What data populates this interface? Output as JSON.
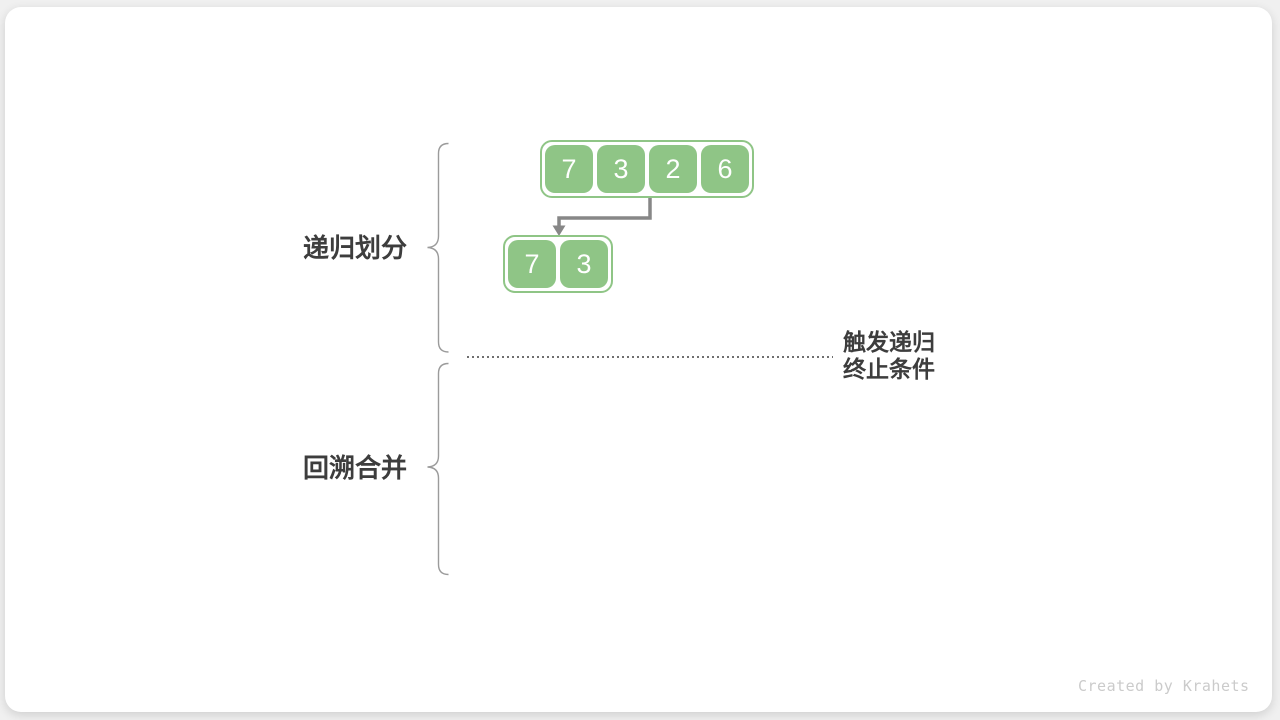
{
  "colors": {
    "page_bg": "#f0f0f0",
    "card_bg": "#ffffff",
    "cell_green": "#8FC586",
    "cell_text": "#ffffff",
    "label_text": "#3d3d3d",
    "arrow_gray": "#878787",
    "brace_gray": "#9b9b9b",
    "dotted_gray": "#6f6f6f",
    "watermark_gray": "#cbcbcb"
  },
  "labels": {
    "recursive_divide": "递归划分",
    "backtrack_merge": "回溯合并",
    "termination_line1": "触发递归",
    "termination_line2": "终止条件"
  },
  "arrays": {
    "top": [
      "7",
      "3",
      "2",
      "6"
    ],
    "sub": [
      "7",
      "3"
    ]
  },
  "watermark": "Created by Krahets"
}
